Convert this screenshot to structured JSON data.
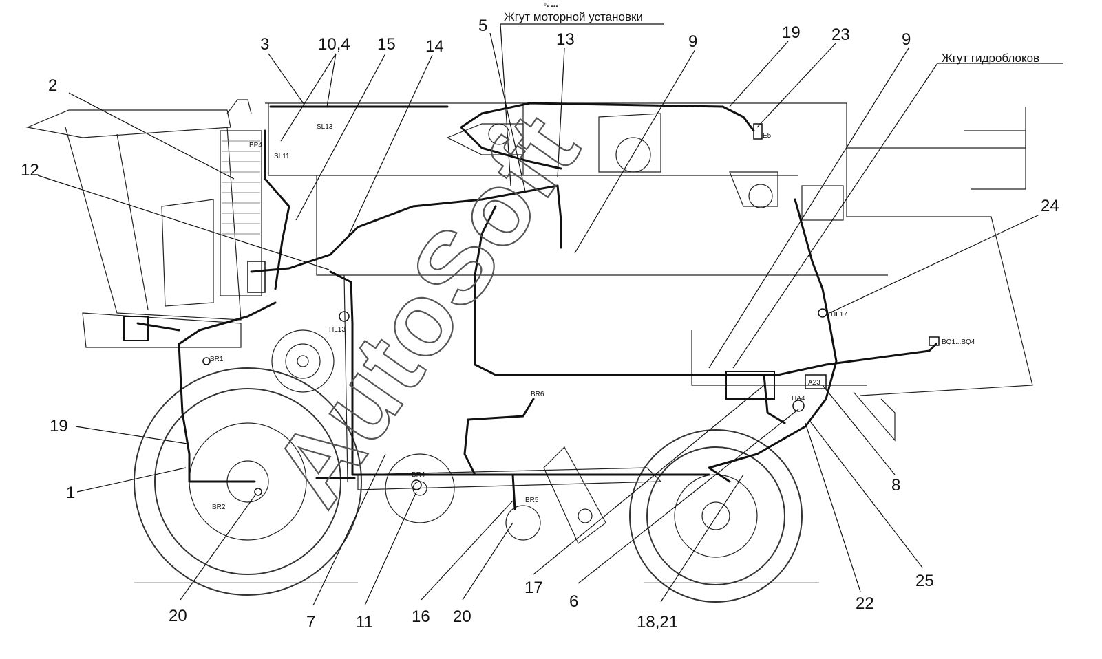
{
  "captions": {
    "engine_harness": "Жгут моторной установки",
    "hydro_harness": "Жгут гидроблоков",
    "stray_marks": "°• •••"
  },
  "callouts": {
    "c1": "1",
    "c2": "2",
    "c3": "3",
    "c5": "5",
    "c6": "6",
    "c7": "7",
    "c8": "8",
    "c9a": "9",
    "c9b": "9",
    "c10_4": "10,4",
    "c11": "11",
    "c12": "12",
    "c13": "13",
    "c14": "14",
    "c15": "15",
    "c16": "16",
    "c17": "17",
    "c18_21": "18,21",
    "c19a": "19",
    "c19b": "19",
    "c20a": "20",
    "c20b": "20",
    "c22": "22",
    "c23": "23",
    "c24": "24",
    "c25": "25"
  },
  "designators": {
    "BP4": "BP4",
    "SL13": "SL13",
    "SL11": "SL11",
    "E5": "E5",
    "HL13": "HL13",
    "BR1": "BR1",
    "BR2": "BR2",
    "BR4": "BR4",
    "BR5": "BR5",
    "BR6": "BR6",
    "HL17": "HL17",
    "BQ": "BQ1...BQ4",
    "A23": "A23",
    "HA4": "HA4"
  },
  "watermark": "AutoSoft"
}
